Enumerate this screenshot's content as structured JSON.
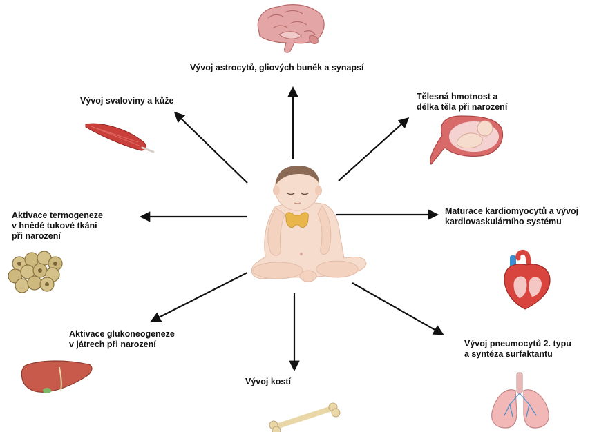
{
  "labels": {
    "astrocytes": "Vývoj astrocytů, gliových buněk a synapsí",
    "muscle": "Vývoj svaloviny a kůže",
    "birth_size": [
      "Tělesná hmotnost a",
      "délka těla při narození"
    ],
    "thermogenesis": [
      "Aktivace termogeneze",
      "v hnědé tukové tkáni",
      "při narození"
    ],
    "cardio": [
      "Maturace kardiomyocytů a vývoj",
      "kardiovaskulárního systému"
    ],
    "gluconeo": [
      "Aktivace glukoneogeneze",
      "v játrech při narození"
    ],
    "bone": "Vývoj kostí",
    "pneumo": [
      "Vývoj pneumocytů 2. typu",
      "a syntéza surfaktantu"
    ]
  },
  "icons": {
    "center": "infant-with-thyroid-icon",
    "brain": "brain-icon",
    "muscle": "muscle-icon",
    "fetus": "fetus-in-uterus-icon",
    "fat": "brown-fat-cells-icon",
    "heart": "heart-icon",
    "liver": "liver-icon",
    "bone": "bone-icon",
    "lungs": "lungs-icon"
  },
  "colors": {
    "arrow": "#111111",
    "thyroid": "#e8b64a",
    "skin": "#f6dccc",
    "brain": "#e3a5a5",
    "muscle": "#c9403b",
    "liver": "#c75a4a",
    "lung": "#f2b8b8",
    "heart": "#d8453f",
    "vessel_blue": "#3b8fd1",
    "fat": "#d4c28a",
    "bone": "#e9d7a8"
  }
}
